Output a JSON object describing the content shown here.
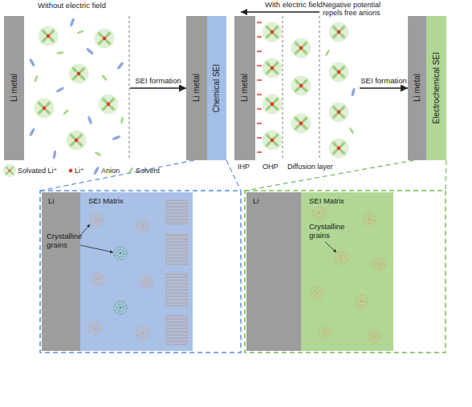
{
  "diagram": {
    "nodes": [
      {
        "text": [
          "Without electric field"
        ]
      },
      {
        "text": [
          "Li metal"
        ],
        "in": 0
      },
      {
        "text": [
          "Li metal"
        ]
      },
      {
        "text": [
          "Chemical SEI"
        ]
      },
      {
        "text": [
          "With electric field"
        ]
      },
      {
        "text": [
          "Li metal"
        ],
        "in": 4
      },
      {
        "text": [
          "Li metal"
        ]
      },
      {
        "text": [
          "Electrochemical SEI"
        ]
      },
      {
        "text": [
          "Li"
        ]
      },
      {
        "text": [
          "SEI Matrix",
          "Crystalline grains"
        ]
      },
      {
        "text": [
          "Li"
        ]
      },
      {
        "text": [
          "SEI Matrix",
          "Crystalline grains"
        ]
      }
    ],
    "edges": [
      {
        "from": 0,
        "to": 2,
        "label": "SEI formation",
        "arrow": "to"
      },
      {
        "from": 4,
        "to": 6,
        "label": "SEI formation",
        "arrow": "to"
      }
    ],
    "labels": [
      "Negative potential repels free anions",
      "IHP",
      "OHP",
      "Diffusion layer"
    ],
    "legend": [
      {
        "text": "Solvated Li⁺"
      },
      {
        "text": "Li⁺"
      },
      {
        "text": "Anion"
      },
      {
        "text": "Solvent"
      }
    ]
  }
}
